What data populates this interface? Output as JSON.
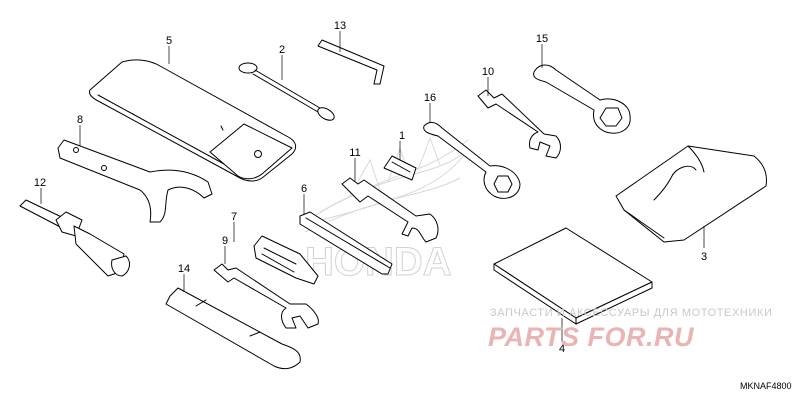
{
  "diagram": {
    "code": "MKNAF4800",
    "callouts": [
      {
        "id": "c1",
        "text": "1"
      },
      {
        "id": "c2",
        "text": "2"
      },
      {
        "id": "c3",
        "text": "3"
      },
      {
        "id": "c4",
        "text": "4"
      },
      {
        "id": "c5",
        "text": "5"
      },
      {
        "id": "c6",
        "text": "6"
      },
      {
        "id": "c7",
        "text": "7"
      },
      {
        "id": "c8",
        "text": "8"
      },
      {
        "id": "c9",
        "text": "9"
      },
      {
        "id": "c10",
        "text": "10"
      },
      {
        "id": "c11",
        "text": "11"
      },
      {
        "id": "c12",
        "text": "12"
      },
      {
        "id": "c13",
        "text": "13"
      },
      {
        "id": "c14",
        "text": "14"
      },
      {
        "id": "c15",
        "text": "15"
      },
      {
        "id": "c16",
        "text": "16"
      }
    ]
  },
  "watermark": {
    "subtitle": "ЗАПЧАСТИ И АКСЕССУАРЫ ДЛЯ МОТОТЕХНИКИ",
    "brand": "PARTS FOR.RU",
    "logo_text": "HONDA"
  },
  "colors": {
    "line": "#000000",
    "watermark_text": "#c8c8c8",
    "watermark_brand": "#e8b4b4",
    "logo": "#d2d2d2"
  }
}
